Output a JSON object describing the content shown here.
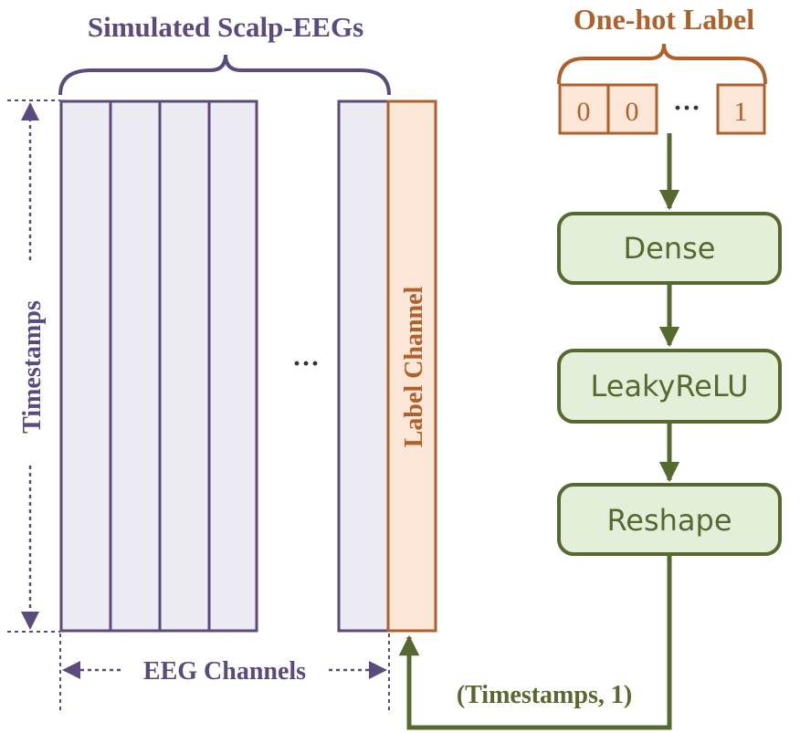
{
  "eeg": {
    "title": "Simulated Scalp-EEGs",
    "y_axis_label": "Timestamps",
    "x_axis_label": "EEG Channels",
    "ellipsis": "···",
    "label_channel": "Label Channel"
  },
  "onehot": {
    "title": "One-hot Label",
    "cells": [
      "0",
      "0",
      "1"
    ],
    "ellipsis": "···"
  },
  "blocks": {
    "dense": "Dense",
    "leaky": "LeakyReLU",
    "reshape": "Reshape"
  },
  "output_shape": "(Timestamps, 1)",
  "colors": {
    "purple": "#5b4a7e",
    "purple_fill": "#ecebf3",
    "orange": "#b0602a",
    "orange_fill": "#fce6d8",
    "green": "#56692e",
    "green_fill": "#e3efd9"
  }
}
